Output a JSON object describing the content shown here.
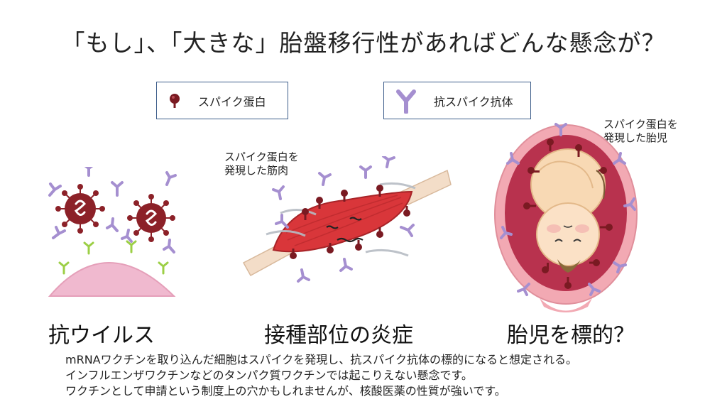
{
  "slide": {
    "title": "「もし」、「大きな」胎盤移行性があればどんな懸念が？",
    "legend": {
      "spike_label": "スパイク蛋白",
      "antibody_label": "抗スパイク抗体"
    },
    "captions": {
      "muscle": [
        "スパイク蛋白を",
        "発現した筋肉"
      ],
      "fetus": [
        "スパイク蛋白を",
        "発現した胎児"
      ]
    },
    "sections": [
      "抗ウイルス",
      "接種部位の炎症",
      "胎児を標的？"
    ],
    "notes": [
      "mRNAワクチンを取り込んだ細胞はスパイクを発現し、抗スパイク抗体の標的になると想定される。",
      "インフルエンザワクチンなどのタンパク質ワクチンでは起こりえない懸念です。",
      "ワクチンとして申請という制度上の穴かもしれませんが、核酸医薬の性質が強いです。"
    ],
    "colors": {
      "spike": "#7a1a22",
      "antibody": "#a58fd0",
      "virus": "#8c2128",
      "cell": "#f0b9cf",
      "muscle": "#d9363a",
      "uterus_outer": "#f2a9b3",
      "uterus_inner": "#b8324e",
      "legend_border": "#3d5d8a"
    }
  }
}
